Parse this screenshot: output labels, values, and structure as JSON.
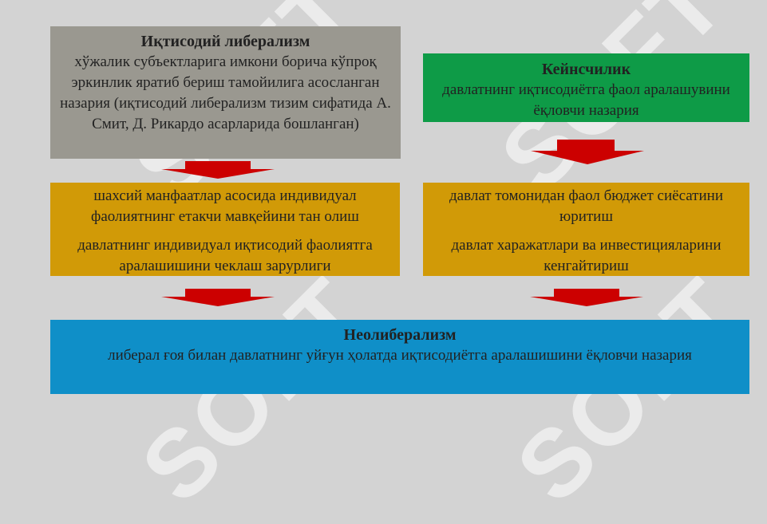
{
  "watermark": "SOFT",
  "colors": {
    "gray": "#9a9890",
    "green": "#0e9b47",
    "yellow": "#d19a07",
    "blue": "#0f8fc8",
    "arrow": "#cc0000"
  },
  "left_box": {
    "title": "Иқтисодий либерализм",
    "text": "хўжалик субъектларига имкони борича кўпроқ эркинлик яратиб бериш тамойилига асосланган  назария (иқтисодий либерализм тизим сифатида А. Смит, Д. Рикардо асарларида бошланган)"
  },
  "right_box": {
    "title": "Кейнсчилик",
    "text": "давлатнинг иқтисодиётга фаол аралашувини ёқловчи назария"
  },
  "left_detail": {
    "item1": "шахсий манфаатлар асосида индивидуал фаолиятнинг етакчи мавқейини тан олиш",
    "item2": "давлатнинг индивидуал иқтисодий фаолиятга аралашишини чеклаш зарурлиги"
  },
  "right_detail": {
    "item1": "давлат томонидан фаол бюджет сиёсатини юритиш",
    "item2": "давлат харажатлари ва инвестицияларини кенгайтириш"
  },
  "bottom_box": {
    "title": "Неолиберализм",
    "text": "либерал ғоя билан давлатнинг уйғун ҳолатда иқтисодиётга аралашишини ёқловчи назария"
  }
}
